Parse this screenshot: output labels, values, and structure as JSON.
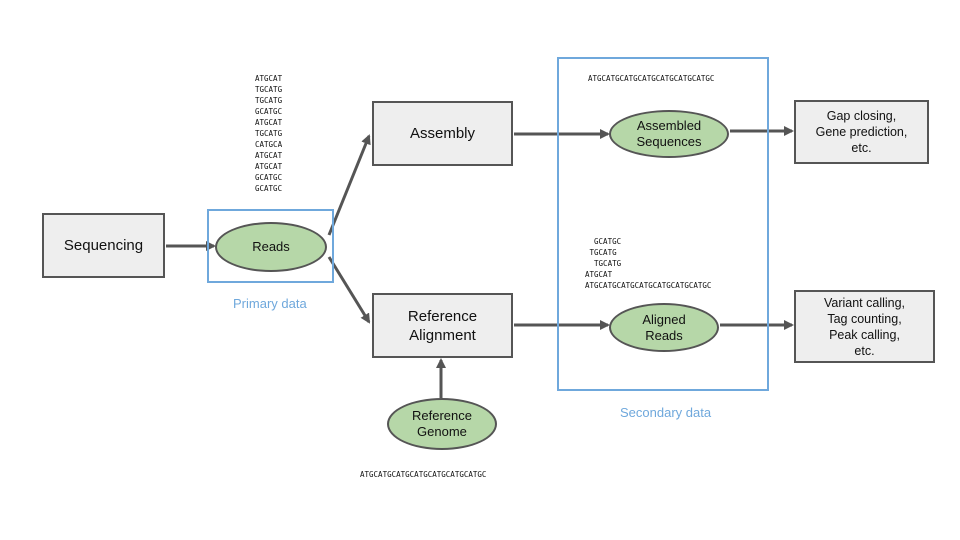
{
  "colors": {
    "box_fill": "#eeeeee",
    "box_border": "#555555",
    "ellipse_fill": "#b6d7a8",
    "region_border": "#6fa8dc",
    "arrow": "#555555"
  },
  "nodes": {
    "sequencing": "Sequencing",
    "reads": "Reads",
    "assembly": "Assembly",
    "reference_alignment": "Reference\nAlignment",
    "assembled_sequences": "Assembled\nSequences",
    "aligned_reads": "Aligned\nReads",
    "reference_genome": "Reference\nGenome",
    "gap_closing": "Gap closing,\nGene prediction,\netc.",
    "variant_calling": "Variant calling,\nTag counting,\nPeak calling,\netc."
  },
  "regions": {
    "primary": "Primary data",
    "secondary": "Secondary data"
  },
  "sequences": {
    "reads_list": "ATGCAT\nTGCATG\nTGCATG\nGCATGC\nATGCAT\nTGCATG\nCATGCA\nATGCAT\nATGCAT\nGCATGC\nGCATGC",
    "assembled": "ATGCATGCATGCATGCATGCATGCATGC",
    "aligned": "  GCATGC\n TGCATG\n  TGCATG\nATGCAT\nATGCATGCATGCATGCATGCATGCATGC",
    "genome": "ATGCATGCATGCATGCATGCATGCATGC"
  }
}
